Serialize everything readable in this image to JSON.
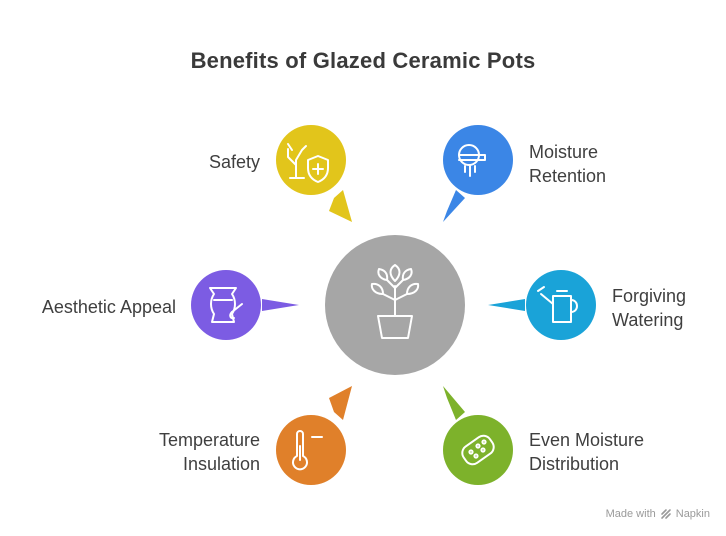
{
  "title": "Benefits of Glazed Ceramic Pots",
  "center": {
    "icon": "plant-in-pot-icon",
    "color": "#a6a6a6"
  },
  "benefits": [
    {
      "id": "safety",
      "lines": [
        "Safety"
      ],
      "icon": "dead-plant-shield-icon",
      "color": "#e2c51b"
    },
    {
      "id": "moisture-retention",
      "lines": [
        "Moisture",
        "Retention"
      ],
      "icon": "water-dripping-icon",
      "color": "#3b86e6"
    },
    {
      "id": "forgiving-watering",
      "lines": [
        "Forgiving",
        "Watering"
      ],
      "icon": "watering-can-icon",
      "color": "#1aa3d8"
    },
    {
      "id": "even-moisture-distribution",
      "lines": [
        "Even Moisture",
        "Distribution"
      ],
      "icon": "sponge-icon",
      "color": "#7db22b"
    },
    {
      "id": "temperature-insulation",
      "lines": [
        "Temperature",
        "Insulation"
      ],
      "icon": "thermometer-icon",
      "color": "#e0802a"
    },
    {
      "id": "aesthetic-appeal",
      "lines": [
        "Aesthetic Appeal"
      ],
      "icon": "vase-paintbrush-icon",
      "color": "#7c5ce3"
    }
  ],
  "footer": {
    "text": "Made with",
    "brand": "Napkin"
  }
}
